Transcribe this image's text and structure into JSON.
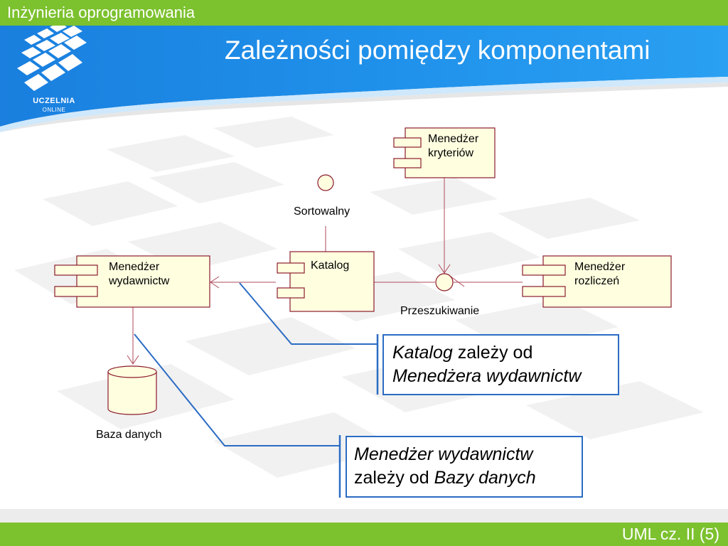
{
  "header": {
    "course_title": "Inżynieria oprogramowania",
    "slide_title": "Zależności pomiędzy komponentami"
  },
  "logo": {
    "name": "UCZELNIA",
    "subtitle": "ONLINE"
  },
  "diagram": {
    "components": {
      "kryteria": [
        "Menedżer",
        "kryteriów"
      ],
      "wydawnictwa": [
        "Menedżer",
        "wydawnictw"
      ],
      "katalog": [
        "Katalog"
      ],
      "rozliczenia": [
        "Menedżer",
        "rozliczeń"
      ]
    },
    "interfaces": {
      "sortowalny": "Sortowalny",
      "przeszukiwanie": "Przeszukiwanie"
    },
    "database": "Baza danych"
  },
  "callouts": {
    "first": {
      "line1_em": "Katalog",
      "line1_rest": " zależy od",
      "line2_em": "Menedżera wydawnictw"
    },
    "second": {
      "line1_em": "Menedżer wydawnictw",
      "line2_rest": "zależy od ",
      "line2_em": "Bazy danych"
    }
  },
  "footer": {
    "text": "UML cz. II  (5)"
  },
  "colors": {
    "accent_green": "#7cc12e",
    "header_blue": "#1e8fe8",
    "component_fill": "#ffffe0",
    "component_border": "#8b1a2c",
    "callout_border": "#2b6cc4"
  }
}
